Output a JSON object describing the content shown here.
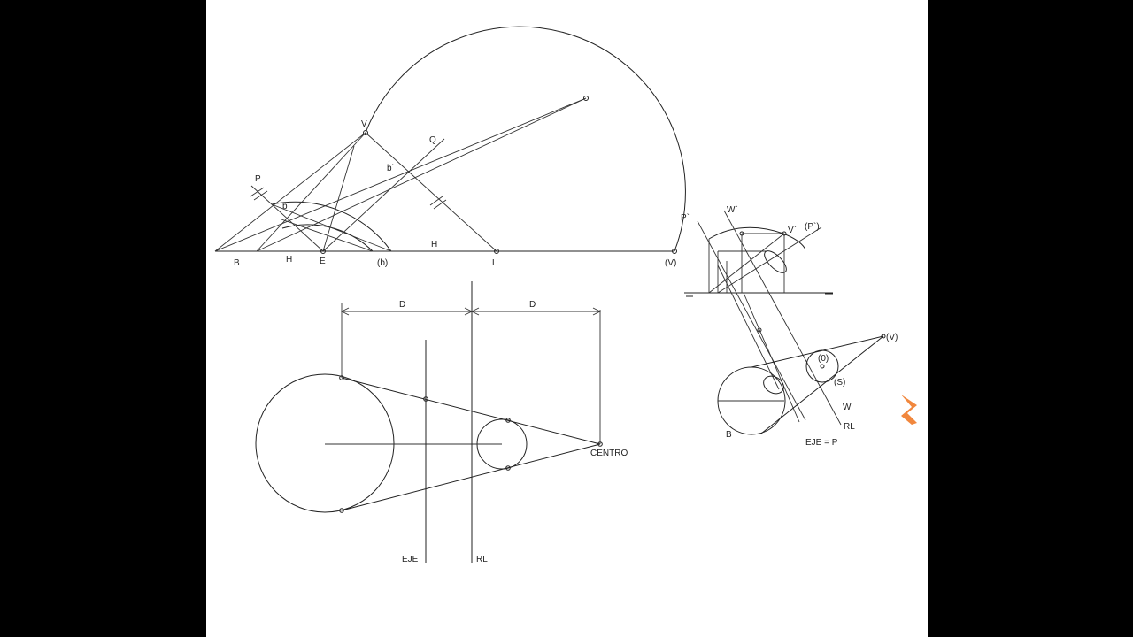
{
  "top_figure": {
    "labels": {
      "V": "V",
      "Q": "Q",
      "P": "P",
      "b": "b",
      "b_prime": "b`",
      "B": "B",
      "H1": "H",
      "E": "E",
      "b_paren": "(b)",
      "H2": "H",
      "L": "L",
      "V_paren": "(V)"
    }
  },
  "bottom_figure": {
    "labels": {
      "D1": "D",
      "D2": "D",
      "centro": "CENTRO",
      "eje": "EJE",
      "rl": "RL"
    }
  },
  "right_figure": {
    "labels": {
      "P_prime": "P`",
      "W_prime": "W`",
      "V_prime": "V`",
      "P_prime_paren": "(P`)",
      "V_paren": "(V)",
      "O_paren": "(0)",
      "S_paren": "(S)",
      "W": "W",
      "RL": "RL",
      "B": "B",
      "eje_p": "EJE = P"
    }
  },
  "logo": {
    "color": "#f07a28"
  }
}
